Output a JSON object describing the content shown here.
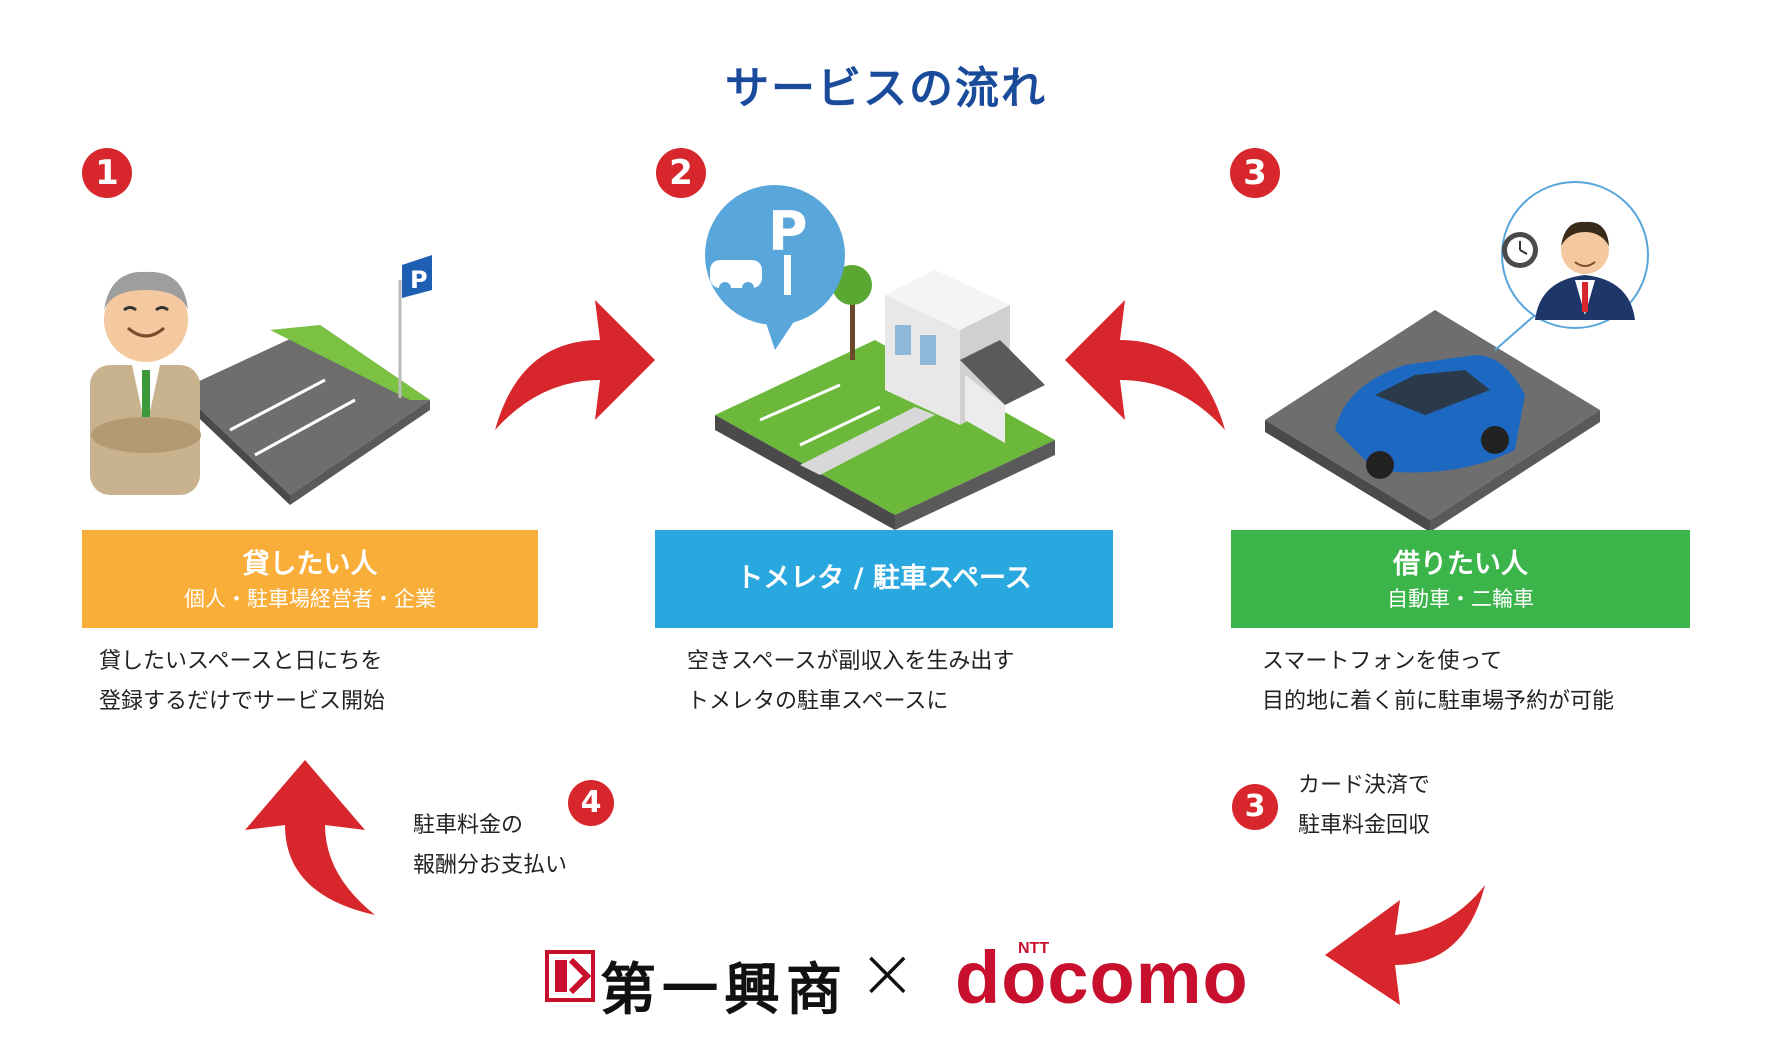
{
  "title": "サービスの流れ",
  "badges": {
    "b1": "1",
    "b2": "2",
    "b3": "3",
    "b3b": "3",
    "b4": "4"
  },
  "panels": {
    "lender": {
      "main": "貸したい人",
      "sub": "個人・駐車場経営者・企業",
      "color": "#f9ae3a"
    },
    "tomereta": {
      "main": "トメレタ / 駐車スペース",
      "color": "#29a8e0"
    },
    "borrower": {
      "main": "借りたい人",
      "sub": "自動車・二輪車",
      "color": "#3bb44a"
    }
  },
  "descriptions": {
    "lender": [
      "貸したいスペースと日にちを",
      "登録するだけでサービス開始"
    ],
    "tomereta": [
      "空きスペースが副収入を生み出す",
      "トメレタの駐車スペースに"
    ],
    "borrower": [
      "スマートフォンを使って",
      "目的地に着く前に駐車場予約が可能"
    ]
  },
  "notes": {
    "step4": [
      "駐車料金の",
      "報酬分お支払い"
    ],
    "step3": [
      "カード決済で",
      "駐車料金回収"
    ]
  },
  "brands": {
    "left_logo": "第一興商",
    "cross": "×",
    "right_logo": "docomo",
    "ntt": "NTT"
  },
  "icons": [
    "parking-sign-icon",
    "speech-bubble-parking-icon",
    "clock-icon",
    "arrow-icon"
  ],
  "colors": {
    "arrow": "#d7272d",
    "title": "#1a4a9a",
    "badge": "#d7272d"
  }
}
